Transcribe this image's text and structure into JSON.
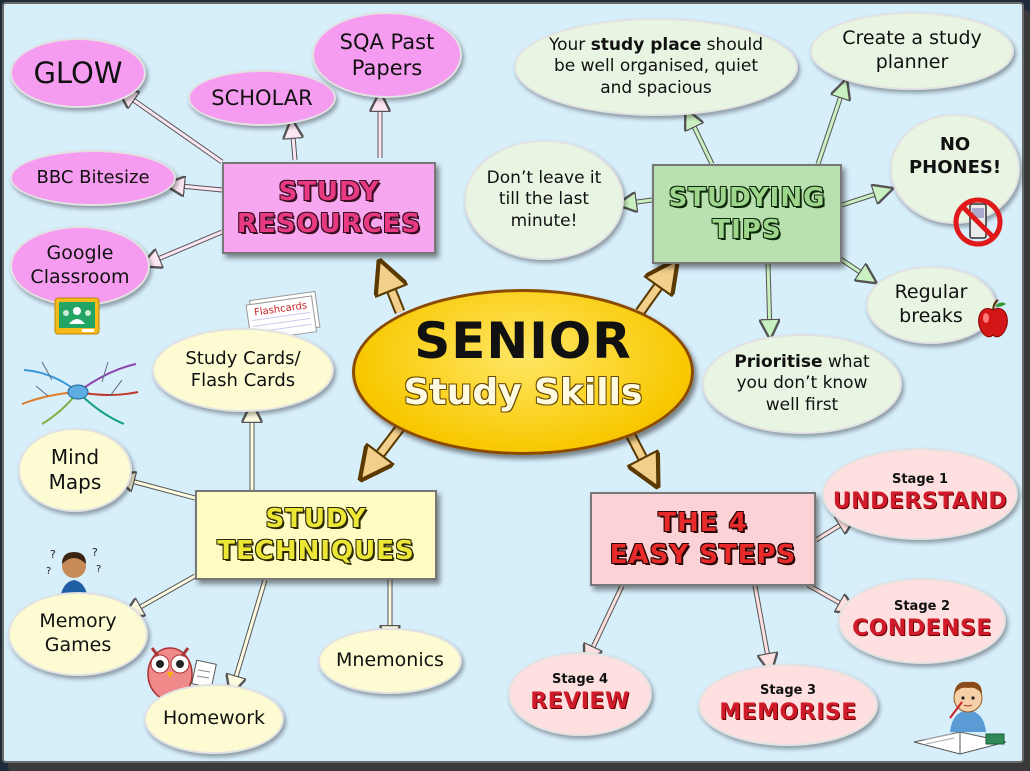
{
  "center": {
    "title": "SENIOR",
    "subtitle": "Study Skills"
  },
  "hubs": {
    "resources": {
      "line1": "STUDY",
      "line2": "RESOURCES"
    },
    "tips": {
      "line1": "STUDYING",
      "line2": "TIPS"
    },
    "techniques": {
      "line1": "STUDY",
      "line2": "TECHNIQUES"
    },
    "steps": {
      "line1": "THE 4",
      "line2": "EASY STEPS"
    }
  },
  "resources": {
    "glow": "GLOW",
    "scholar": "SCHOLAR",
    "sqa": "SQA Past Papers",
    "bbc": "BBC Bitesize",
    "google": "Google Classroom"
  },
  "tips": {
    "place_pre": "Your ",
    "place_bold": "study place",
    "place_post": " should be well organised, quiet and spacious",
    "planner": "Create a study planner",
    "phones": "NO PHONES!",
    "leave": "Don’t leave it till the last minute!",
    "breaks": "Regular breaks",
    "prior_bold": "Prioritise",
    "prior_post": " what you don’t know well first"
  },
  "techniques": {
    "cards": "Study Cards/ Flash Cards",
    "flash_label": "Flashcards",
    "mind": "Mind Maps",
    "memory": "Memory Games",
    "homework": "Homework",
    "mnemonics": "Mnemonics"
  },
  "steps": {
    "s1_label": "Stage 1",
    "s1_value": "UNDERSTAND",
    "s2_label": "Stage 2",
    "s2_value": "CONDENSE",
    "s3_label": "Stage 3",
    "s3_value": "MEMORISE",
    "s4_label": "Stage 4",
    "s4_value": "REVIEW"
  },
  "colors": {
    "background": "#d7eefb",
    "resources_node": "#f59cf0",
    "tips_node": "#e7f5e2",
    "techniques_node": "#fdfbd2",
    "steps_node": "#fde0df",
    "center": "#f8c800"
  }
}
